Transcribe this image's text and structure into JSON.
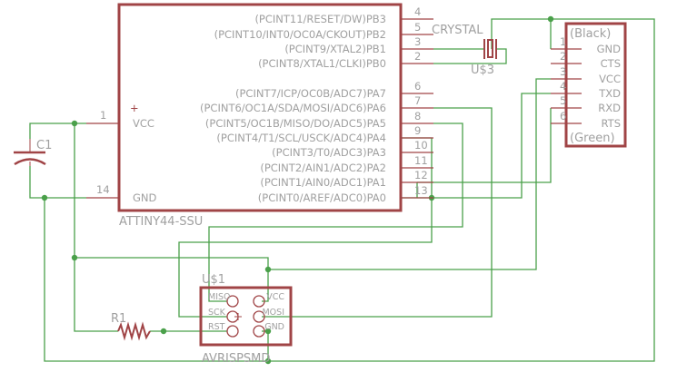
{
  "colors": {
    "part": "#a04446",
    "wire": "#4aa04a",
    "text": "#a0a0a0",
    "background": "#ffffff"
  },
  "ic": {
    "name": "ATTINY44-SSU",
    "plus": "+",
    "left_pins": [
      {
        "num": "1",
        "label": "VCC"
      },
      {
        "num": "14",
        "label": "GND"
      }
    ],
    "right_pins": [
      {
        "num": "4",
        "label": "(PCINT11/RESET/DW)PB3"
      },
      {
        "num": "5",
        "label": "(PCINT10/INT0/OC0A/CKOUT)PB2"
      },
      {
        "num": "3",
        "label": "(PCINT9/XTAL2)PB1"
      },
      {
        "num": "2",
        "label": "(PCINT8/XTAL1/CLKI)PB0"
      },
      {
        "num": "6",
        "label": "(PCINT7/ICP/OC0B/ADC7)PA7"
      },
      {
        "num": "7",
        "label": "(PCINT6/OC1A/SDA/MOSI/ADC6)PA6"
      },
      {
        "num": "8",
        "label": "(PCINT5/OC1B/MISO/DO/ADC5)PA5"
      },
      {
        "num": "9",
        "label": "(PCINT4/T1/SCL/USCK/ADC4)PA4"
      },
      {
        "num": "10",
        "label": "(PCINT3/T0/ADC3)PA3"
      },
      {
        "num": "11",
        "label": "(PCINT2/AIN1/ADC2)PA2"
      },
      {
        "num": "12",
        "label": "(PCINT1/AIN0/ADC1)PA1"
      },
      {
        "num": "13",
        "label": "(PCINT0/AREF/ADC0)PA0"
      }
    ]
  },
  "crystal": {
    "value": "CRYSTAL",
    "name": "U$3"
  },
  "capacitor": {
    "name": "C1"
  },
  "resistor": {
    "name": "R1"
  },
  "ftdi": {
    "top": "(Black)",
    "bottom": "(Green)",
    "pins": [
      {
        "num": "1",
        "label": "GND"
      },
      {
        "num": "2",
        "label": "CTS"
      },
      {
        "num": "3",
        "label": "VCC"
      },
      {
        "num": "4",
        "label": "TXD"
      },
      {
        "num": "5",
        "label": "RXD"
      },
      {
        "num": "6",
        "label": "RTS"
      }
    ]
  },
  "isp": {
    "name": "U$1",
    "value": "AVRISPSMD",
    "left": [
      "MISO",
      "SCK",
      "RST"
    ],
    "right": [
      "VCC",
      "MOSI",
      "GND"
    ]
  }
}
